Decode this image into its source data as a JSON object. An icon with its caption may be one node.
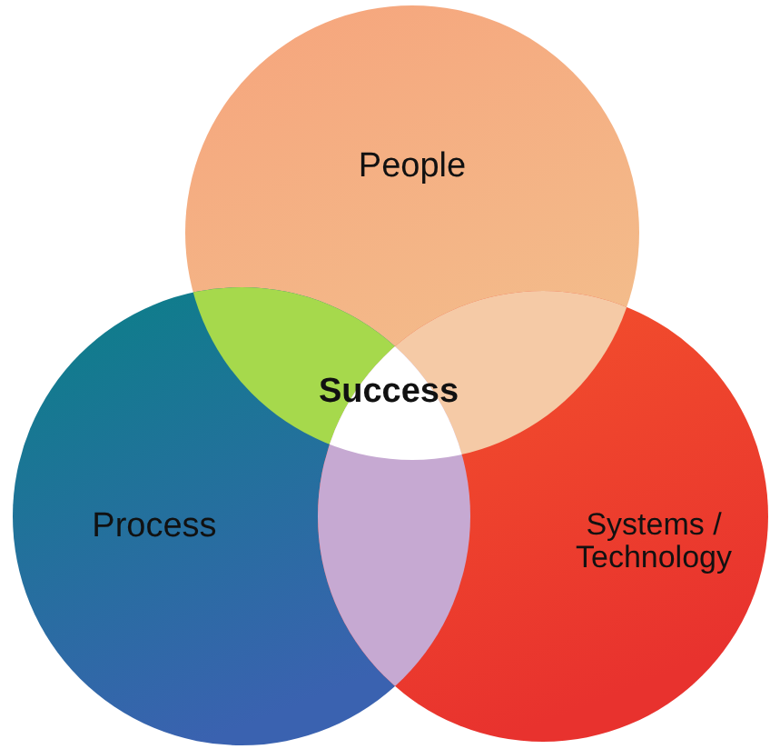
{
  "diagram": {
    "nodes": [
      {
        "text": [
          "People"
        ]
      },
      {
        "text": [
          "Process"
        ]
      },
      {
        "text": [
          "Systems / Technology"
        ]
      },
      {
        "text": [
          "Success"
        ]
      }
    ]
  }
}
